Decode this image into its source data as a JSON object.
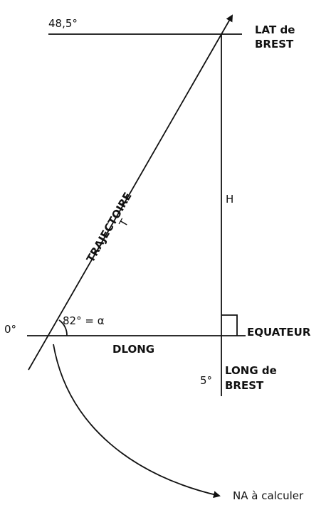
{
  "labels": {
    "lat_value": "48,5°",
    "lat_name_line1": "LAT de",
    "lat_name_line2": "BREST",
    "height": "H",
    "trajectory": "TRAJECTOIRE",
    "trajectory_symbol": "T",
    "origin_lon": "0°",
    "angle": "82° = α",
    "equator": "EQUATEUR",
    "dlong": "DLONG",
    "long_value": "5°",
    "long_name_line1": "LONG de",
    "long_name_line2": "BREST",
    "na": "NA à calculer"
  },
  "colors": {
    "ink": "#111111",
    "background": "#ffffff"
  }
}
